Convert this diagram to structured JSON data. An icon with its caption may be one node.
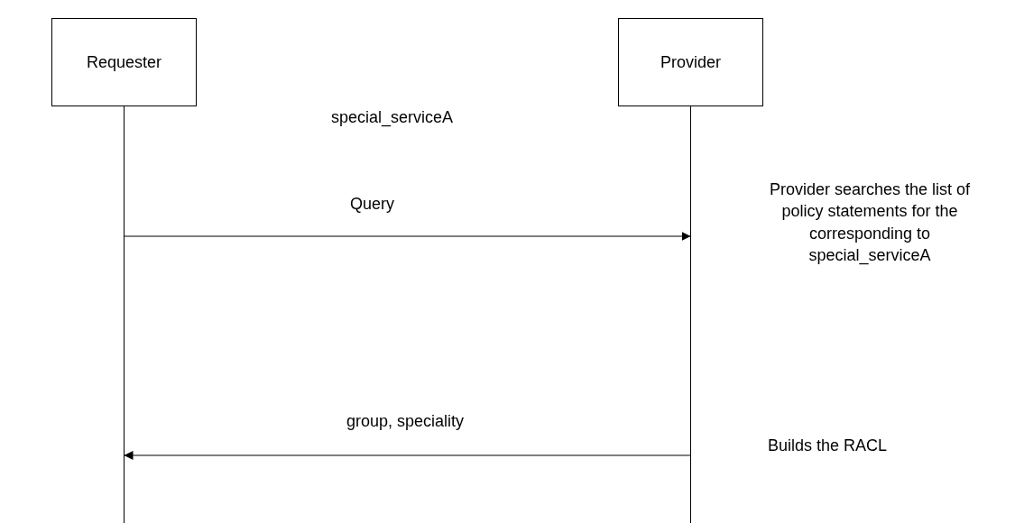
{
  "diagram": {
    "nodes": [
      {
        "text": [
          "Requester"
        ]
      },
      {
        "text": [
          "Provider"
        ]
      }
    ],
    "edges": [
      {
        "from": 0,
        "to": 1,
        "arrow": "to",
        "label": "Query"
      },
      {
        "from": 1,
        "to": 0,
        "arrow": "to",
        "label": "group, speciality"
      }
    ],
    "labels": [
      "special_serviceA",
      "Provider searches the list of policy statements for the corresponding to special_serviceA",
      "Builds the RACL"
    ]
  }
}
